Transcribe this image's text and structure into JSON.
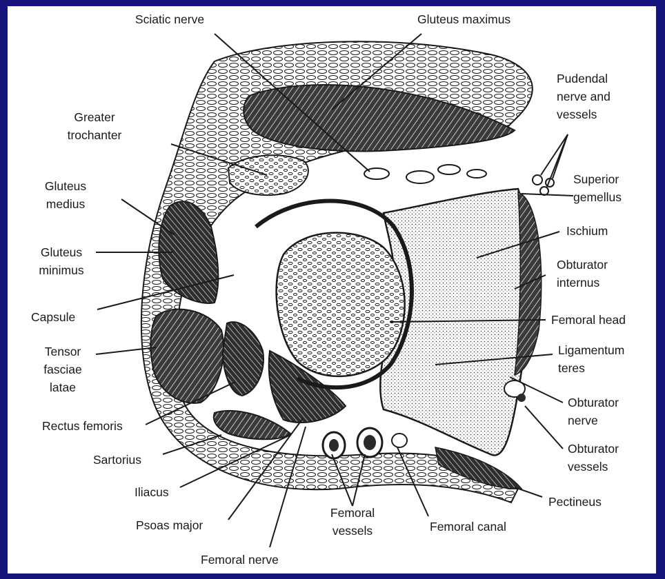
{
  "colors": {
    "border": "#14147a",
    "background": "#ffffff",
    "ink": "#1a1a1a"
  },
  "labels": {
    "sciatic_nerve": "Sciatic nerve",
    "gluteus_maximus": "Gluteus maximus",
    "pudendal": "Pudendal\nnerve and\nvessels",
    "greater_trochanter": "Greater\ntrochanter",
    "superior_gemellus": "Superior\ngemellus",
    "gluteus_medius": "Gluteus\nmedius",
    "ischium": "Ischium",
    "gluteus_minimus": "Gluteus\nminimus",
    "obturator_internus": "Obturator\ninternus",
    "capsule": "Capsule",
    "femoral_head": "Femoral head",
    "tensor_fasciae_latae": "Tensor\nfasciae\nlatae",
    "ligamentum_teres": "Ligamentum\nteres",
    "obturator_nerve": "Obturator\nnerve",
    "rectus_femoris": "Rectus femoris",
    "obturator_vessels": "Obturator\nvessels",
    "sartorius": "Sartorius",
    "pectineus": "Pectineus",
    "iliacus": "Iliacus",
    "femoral_vessels": "Femoral\nvessels",
    "femoral_canal": "Femoral canal",
    "psoas_major": "Psoas major",
    "femoral_nerve": "Femoral nerve"
  }
}
